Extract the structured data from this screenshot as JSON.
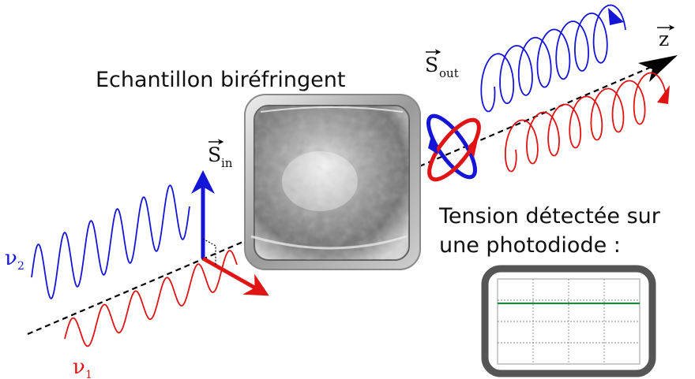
{
  "sample_label": "Echantillon biréfringent",
  "detector_label_line1": "Tension détectée sur",
  "detector_label_line2": "une photodiode :",
  "s_in": {
    "symbol": "S",
    "sub": "in"
  },
  "s_out": {
    "symbol": "S",
    "sub": "out"
  },
  "z_axis": {
    "symbol": "z"
  },
  "nu1": {
    "symbol": "ν",
    "sub": "1"
  },
  "nu2": {
    "symbol": "ν",
    "sub": "2"
  },
  "colors": {
    "blue": "#1515d8",
    "red": "#e01414",
    "trace_green": "#1f8a3a",
    "screen_frame": "#555555",
    "black": "#000000"
  }
}
